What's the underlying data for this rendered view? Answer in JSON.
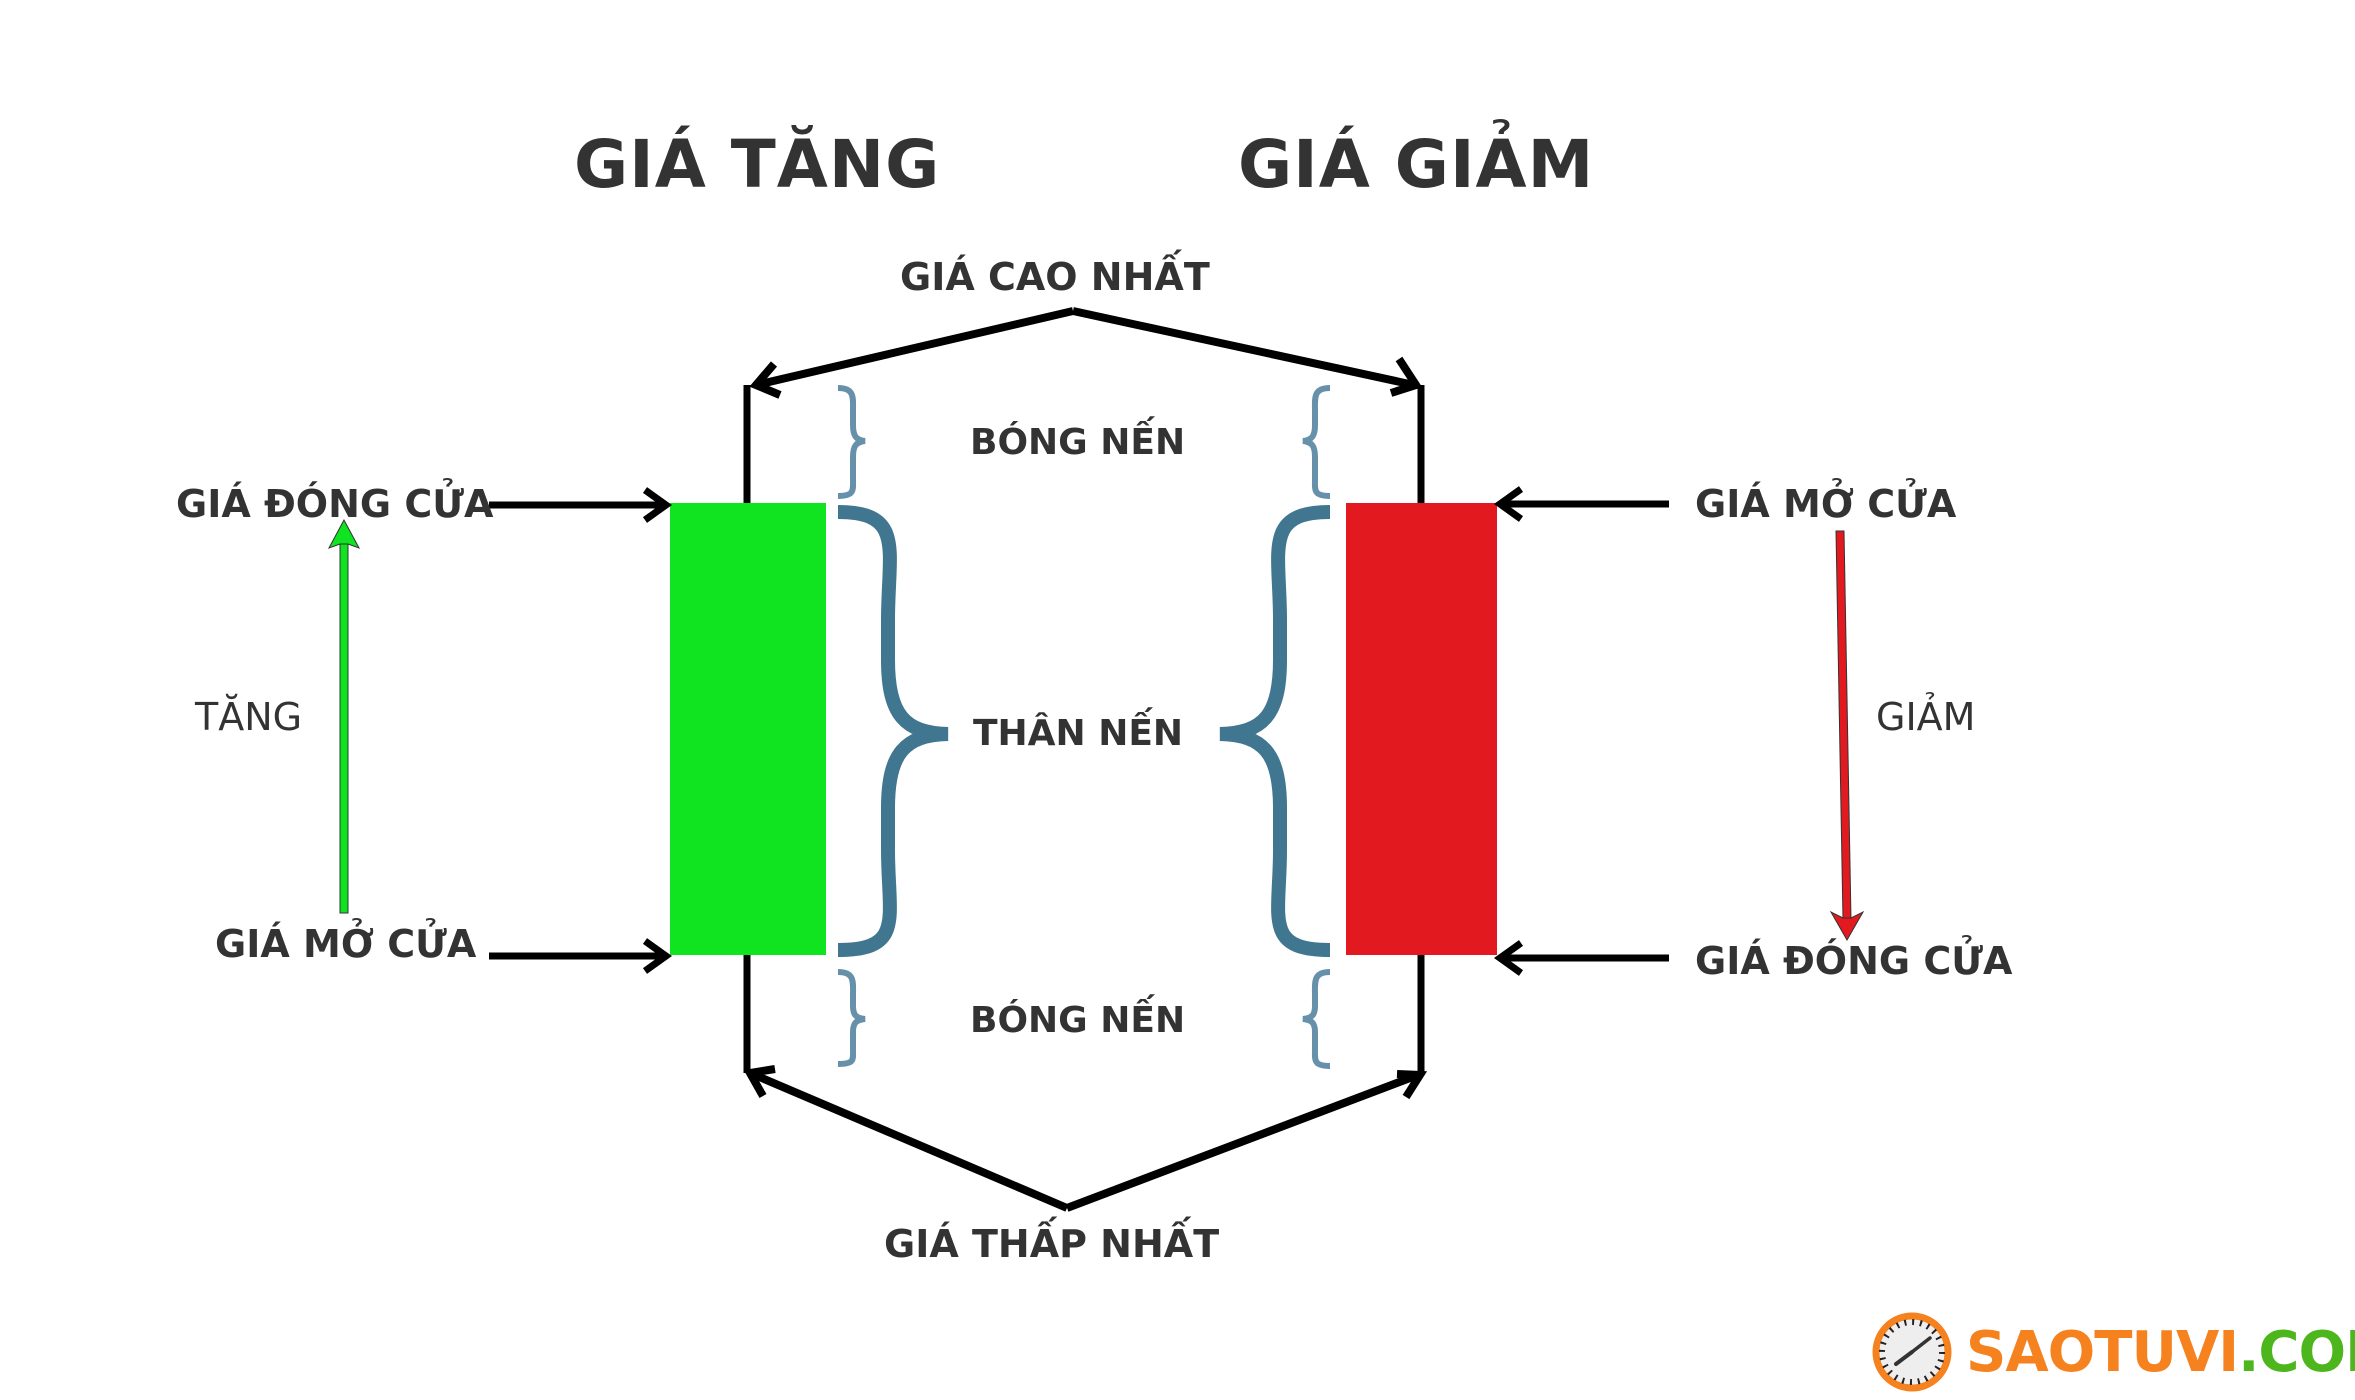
{
  "titles": {
    "bullish": "GIÁ TĂNG",
    "bearish": "GIÁ GIẢM"
  },
  "labels": {
    "high": "GIÁ CAO NHẤT",
    "low": "GIÁ THẤP NHẤT",
    "upper_shadow": "BÓNG NẾN",
    "lower_shadow": "BÓNG NẾN",
    "body": "THÂN NẾN"
  },
  "bullish_side": {
    "close_label": "GIÁ ĐÓNG CỬA",
    "open_label": "GIÁ MỞ CỬA",
    "direction_label": "TĂNG",
    "direction": "up"
  },
  "bearish_side": {
    "open_label": "GIÁ MỞ CỬA",
    "close_label": "GIÁ ĐÓNG CỬA",
    "direction_label": "GIẢM",
    "direction": "down"
  },
  "candles": [
    {
      "name": "bullish-candle",
      "type": "bullish",
      "color": "#10e31f"
    },
    {
      "name": "bearish-candle",
      "type": "bearish",
      "color": "#e21a20"
    }
  ],
  "colors": {
    "text": "#333333",
    "arrow": "#000000",
    "brace_large": "#40768f",
    "brace_small": "#6791ab",
    "up_arrow": "#10e31f",
    "down_arrow": "#e21a20"
  },
  "logo": {
    "part1": "SAOTUVI",
    "part2": ".COM",
    "icon": "clock-icon"
  }
}
